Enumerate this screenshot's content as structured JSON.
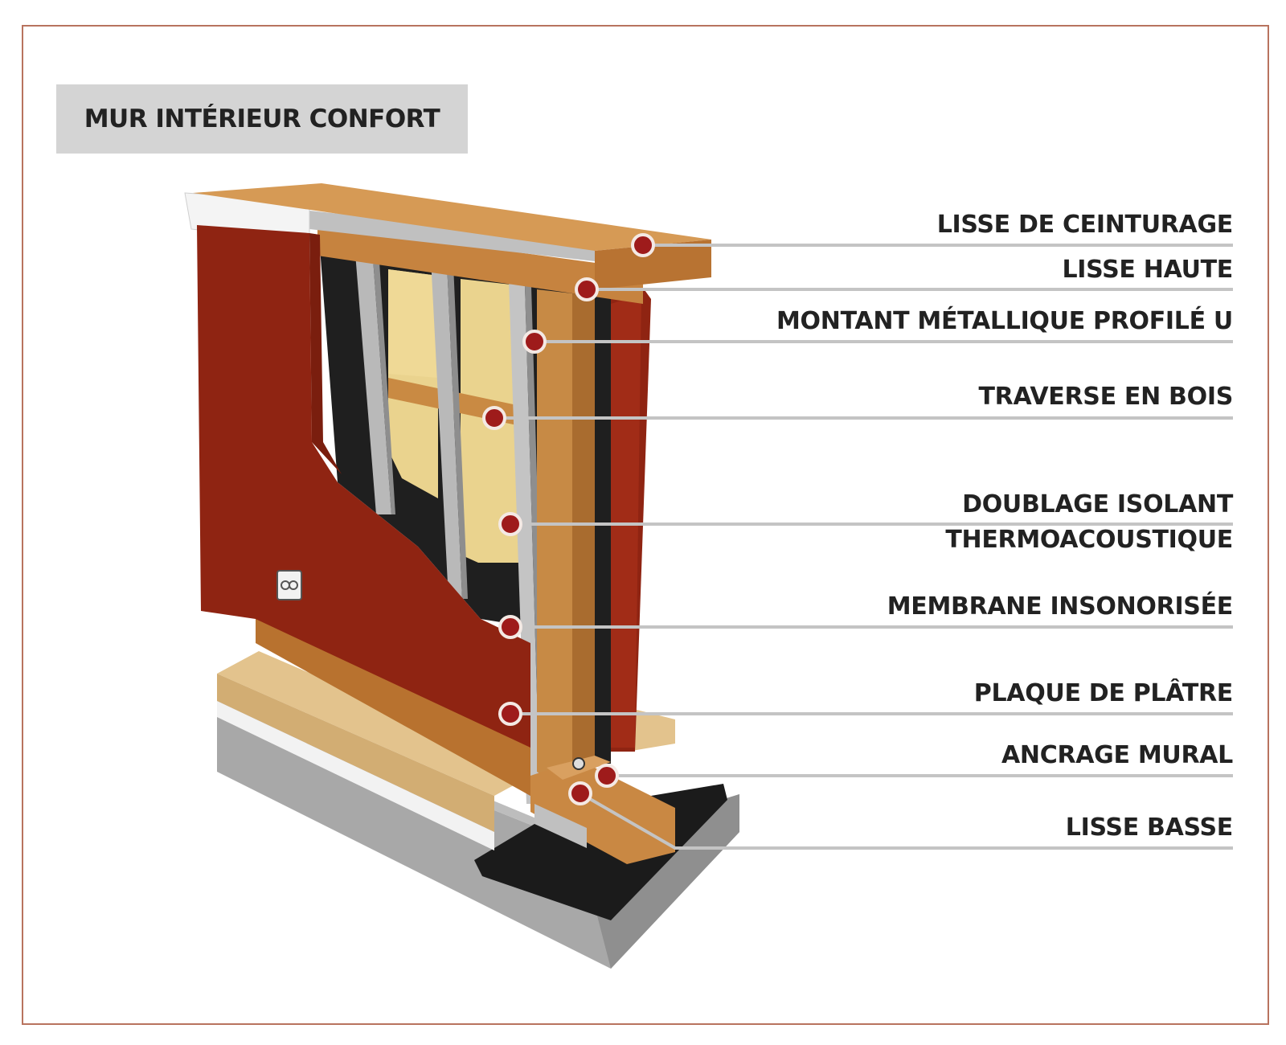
{
  "title": "MUR INTÉRIEUR CONFORT",
  "labels": {
    "lisse_ceinturage": "LISSE DE CEINTURAGE",
    "lisse_haute": "LISSE HAUTE",
    "montant": "MONTANT MÉTALLIQUE PROFILÉ U",
    "traverse": "TRAVERSE EN BOIS",
    "doublage_1": "DOUBLAGE ISOLANT",
    "doublage_2": "THERMOACOUSTIQUE",
    "membrane": "MEMBRANE INSONORISÉE",
    "plaque": "PLAQUE DE PLÂTRE",
    "ancrage": "ANCRAGE MURAL",
    "lisse_basse": "LISSE BASSE"
  },
  "colors": {
    "frame": "#b8735e",
    "marker": "#9e1b1b",
    "leader_line": "#c4c4c4",
    "plaster": "#8f2412",
    "wood": "#c6833f",
    "insulation": "#e7d08a",
    "membrane": "#1e1e1e",
    "metal": "#b9b9b9",
    "concrete": "#a6a6a6"
  },
  "icons": [
    "outlet-icon"
  ]
}
